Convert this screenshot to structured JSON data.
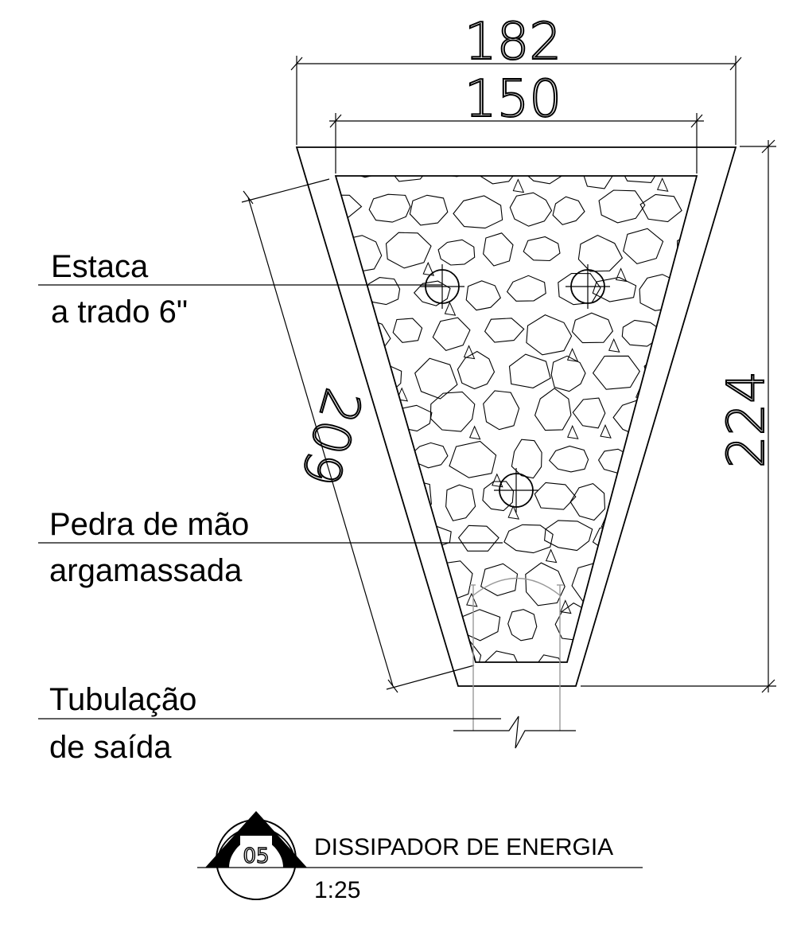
{
  "drawing": {
    "dimensions": {
      "outer_width": "182",
      "inner_width": "150",
      "slant_length": "209",
      "height": "224"
    },
    "labels": {
      "pile_line1": "Estaca",
      "pile_line2": "a trado 6\"",
      "stone_line1": "Pedra de mão",
      "stone_line2": "argamassada",
      "pipe_line1": "Tubulação",
      "pipe_line2": "de saída"
    },
    "title_block": {
      "number": "05",
      "title": "DISSIPADOR DE ENERGIA",
      "scale": "1:25"
    }
  }
}
